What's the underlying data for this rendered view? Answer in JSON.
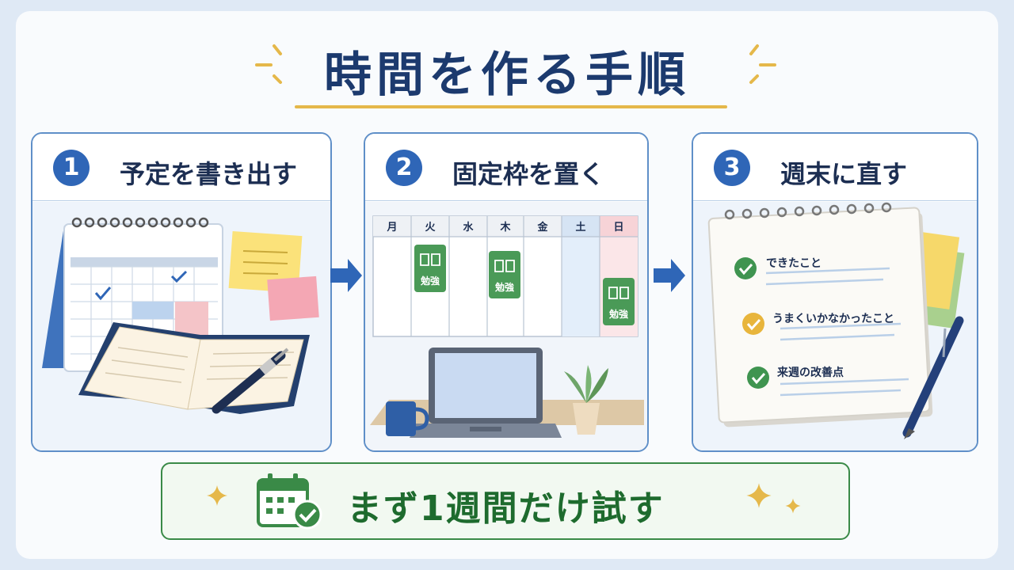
{
  "title": "時間を作る手順",
  "steps": [
    {
      "number": "1",
      "label": "予定を書き出す"
    },
    {
      "number": "2",
      "label": "固定枠を置く"
    },
    {
      "number": "3",
      "label": "週末に直す"
    }
  ],
  "week_schedule": {
    "days": [
      "月",
      "火",
      "水",
      "木",
      "金",
      "土",
      "日"
    ],
    "study_label": "勉強"
  },
  "review_items": [
    "できたこと",
    "うまくいかなかったこと",
    "来週の改善点"
  ],
  "bottom_message": "まず1週間だけ試す",
  "colors": {
    "navy": "#1c3a6e",
    "accent_blue": "#2f66b7",
    "green": "#3a8a47",
    "gold": "#e5b84a"
  },
  "icons": [
    "calendar-icon",
    "notebook-icon",
    "pen-icon",
    "sticky-note-icon",
    "laptop-icon",
    "mug-icon",
    "plant-icon",
    "checklist-icon",
    "check-icon",
    "sparkle-icon",
    "arrow-right-icon"
  ]
}
